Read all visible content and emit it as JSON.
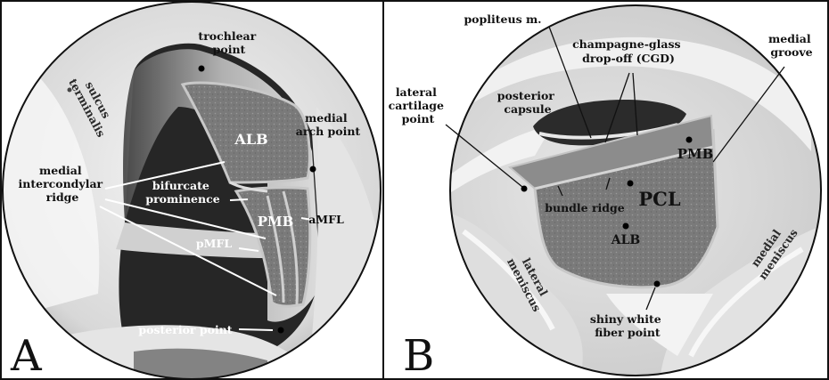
{
  "panel_a": {
    "letter": "A",
    "labels": {
      "trochlear_point": [
        "trochlear",
        "point"
      ],
      "sulcus_terminalis": [
        "sulcus",
        "terminalis"
      ],
      "medial_arch_point": [
        "medial",
        "arch point"
      ],
      "alb": "ALB",
      "medial_intercondylar_ridge": [
        "medial",
        "intercondylar",
        "ridge"
      ],
      "bifurcate_prominence": [
        "bifurcate",
        "prominence"
      ],
      "pmb": "PMB",
      "amfl": "aMFL",
      "pmfl": "pMFL",
      "posterior_point": "posterior point"
    }
  },
  "panel_b": {
    "letter": "B",
    "labels": {
      "popliteus": "popliteus m.",
      "cgd": [
        "champagne-glass",
        "drop-off (CGD)"
      ],
      "medial_groove": [
        "medial",
        "groove"
      ],
      "lateral_cartilage_point": [
        "lateral",
        "cartilage",
        "point"
      ],
      "posterior_capsule": [
        "posterior",
        "capsule"
      ],
      "pmb": "PMB",
      "bundle_ridge": "bundle ridge",
      "pcl": "PCL",
      "alb": "ALB",
      "lateral_meniscus": [
        "lateral",
        "meniscus"
      ],
      "medial_meniscus": [
        "medial",
        "meniscus"
      ],
      "shiny_white_fiber_point": [
        "shiny white",
        "fiber point"
      ]
    }
  },
  "colors": {
    "frame": "#111111",
    "bone_light": "#f2f2f2",
    "bone_mid": "#c9c9c9",
    "notch_dark": "#262626",
    "ligament": "#7d7d7d"
  }
}
